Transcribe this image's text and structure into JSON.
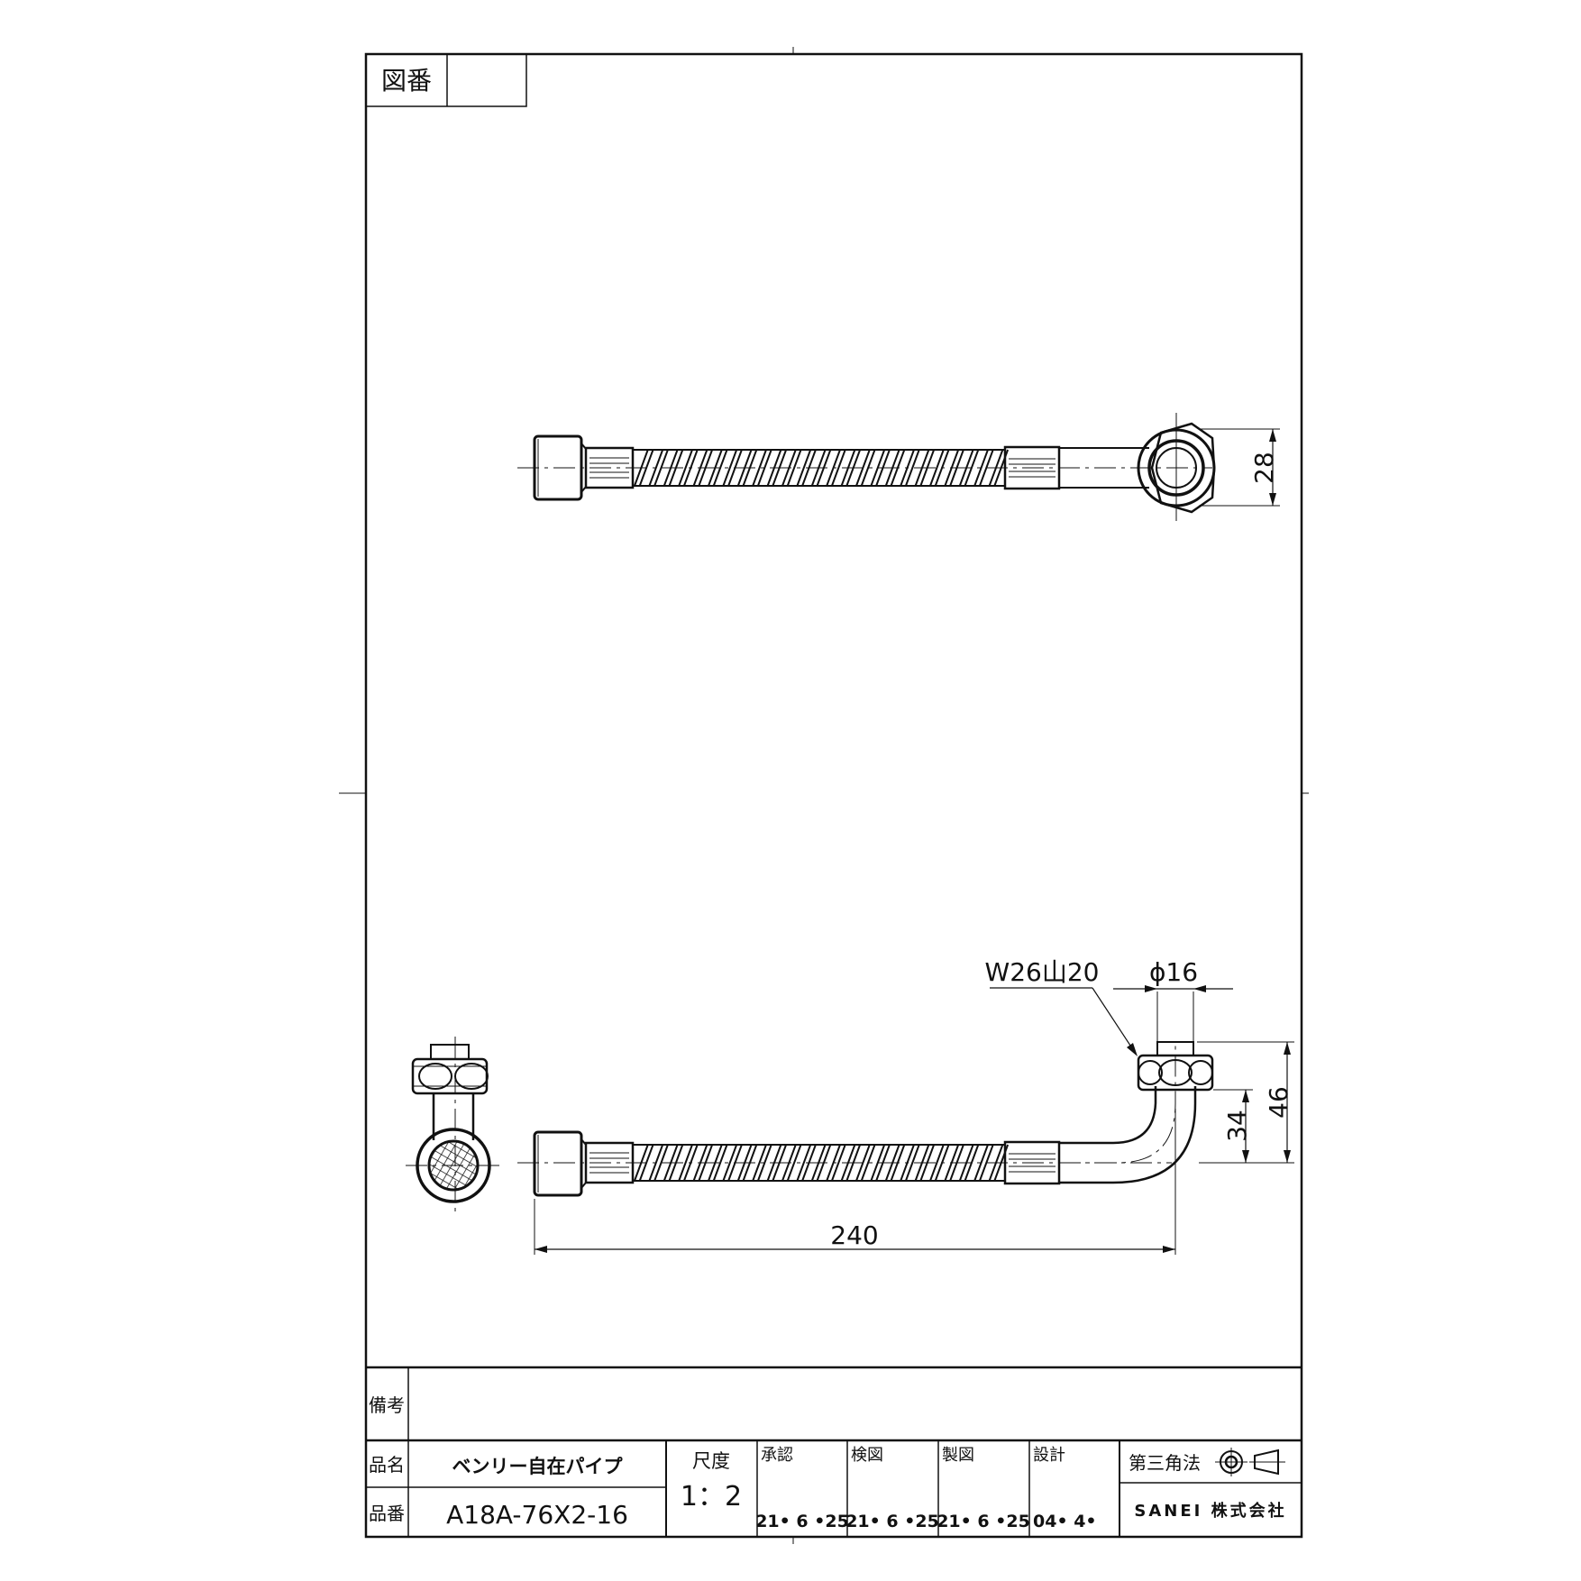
{
  "sheet": {
    "drawing_no_label": "図番",
    "drawing_no_value": ""
  },
  "dimensions": {
    "width_top": "28",
    "thread": "W26山20",
    "diameter": "ϕ16",
    "height_inner": "34",
    "height_outer": "46",
    "length": "240"
  },
  "title_block": {
    "remarks_label": "備考",
    "remarks_value": "",
    "name_label": "品名",
    "name_value": "ベンリー自在パイプ",
    "part_label": "品番",
    "part_value": "A18A-76X2-16",
    "scale_label": "尺度",
    "scale_value": "1：2",
    "approved_label": "承認",
    "approved_date": "21• 6 •25",
    "checked_label": "検図",
    "checked_date": "21• 6 •25",
    "drawn_label": "製図",
    "drawn_date": "21• 6 •25",
    "designed_label": "設計",
    "designed_date": "04• 4•",
    "projection_label": "第三角法",
    "company": "SANEI 株式会社"
  }
}
